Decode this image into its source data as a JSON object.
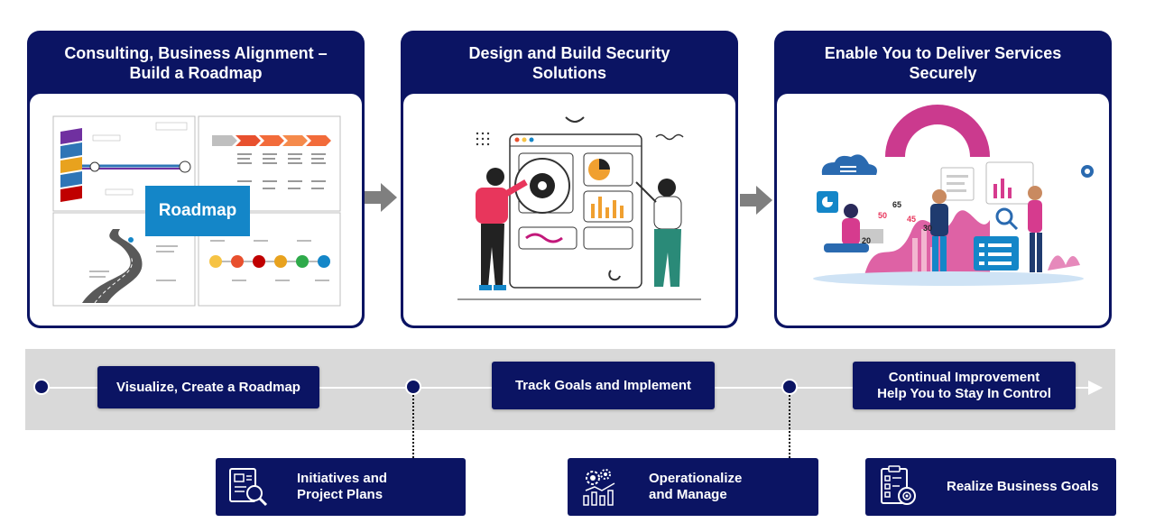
{
  "cards": [
    {
      "title": "Consulting, Business Alignment –\nBuild a Roadmap",
      "badge": "Roadmap"
    },
    {
      "title": "Design and Build Security\nSolutions"
    },
    {
      "title": "Enable You to Deliver Services\nSecurely",
      "chart_numbers": [
        "65",
        "50",
        "45",
        "20",
        "30"
      ]
    }
  ],
  "stages": [
    {
      "label": "Visualize, Create a Roadmap"
    },
    {
      "label": "Track Goals and Implement"
    },
    {
      "label": "Continual Improvement\nHelp You to Stay In Control"
    }
  ],
  "sub_steps": [
    {
      "label": "Initiatives and\nProject Plans",
      "icon": "document-search-icon"
    },
    {
      "label": "Operationalize\nand Manage",
      "icon": "gears-chart-icon"
    },
    {
      "label": "Realize Business Goals",
      "icon": "checklist-target-icon"
    }
  ],
  "colors": {
    "navy": "#0b1463",
    "band": "#d9d9d9",
    "accent_blue": "#1486c8",
    "magenta": "#c2187a"
  }
}
